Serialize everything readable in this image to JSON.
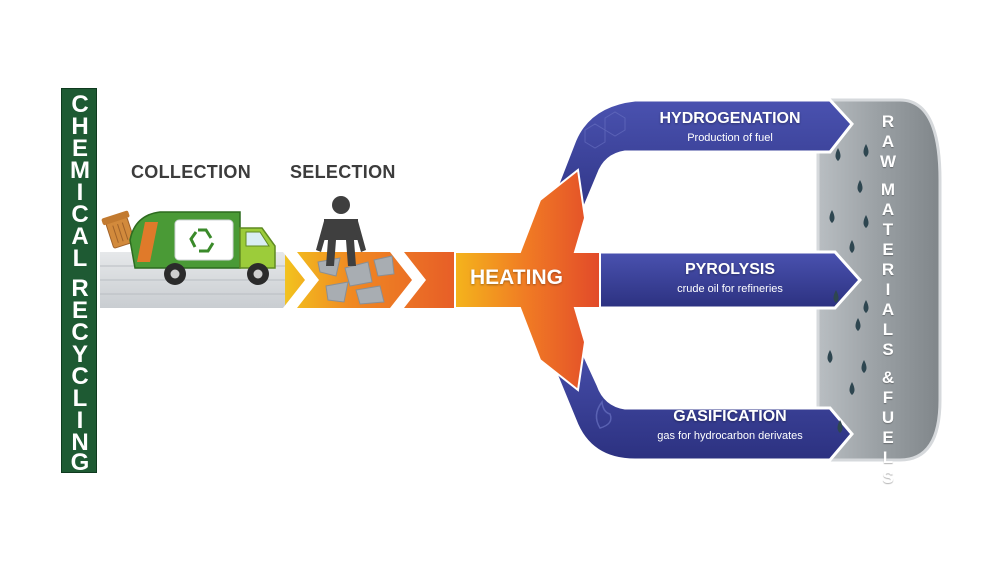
{
  "left_banner": {
    "text": "CHEMICAL RECYCLING"
  },
  "stages": {
    "collection": "COLLECTION",
    "selection": "SELECTION",
    "heating": "HEATING"
  },
  "branches": [
    {
      "title": "HYDROGENATION",
      "subtitle": "Production of fuel"
    },
    {
      "title": "PYROLYSIS",
      "subtitle": "crude oil for refineries"
    },
    {
      "title": "GASIFICATION",
      "subtitle": "gas for hydrocarbon derivates"
    }
  ],
  "output_column": {
    "text": "RAW MATERIALS & FUELS"
  },
  "colors": {
    "banner_green": "#1e5a33",
    "branch_blue": "#3a3f95",
    "heat_orange": "#e8642a",
    "heat_yellow": "#f2b01c",
    "column_grey": "#8f9599",
    "drop_blue": "#2e4650"
  },
  "icons": [
    "trash-can-icon",
    "garbage-truck-icon",
    "recycle-icon",
    "person-icon",
    "water-drop-icon"
  ]
}
